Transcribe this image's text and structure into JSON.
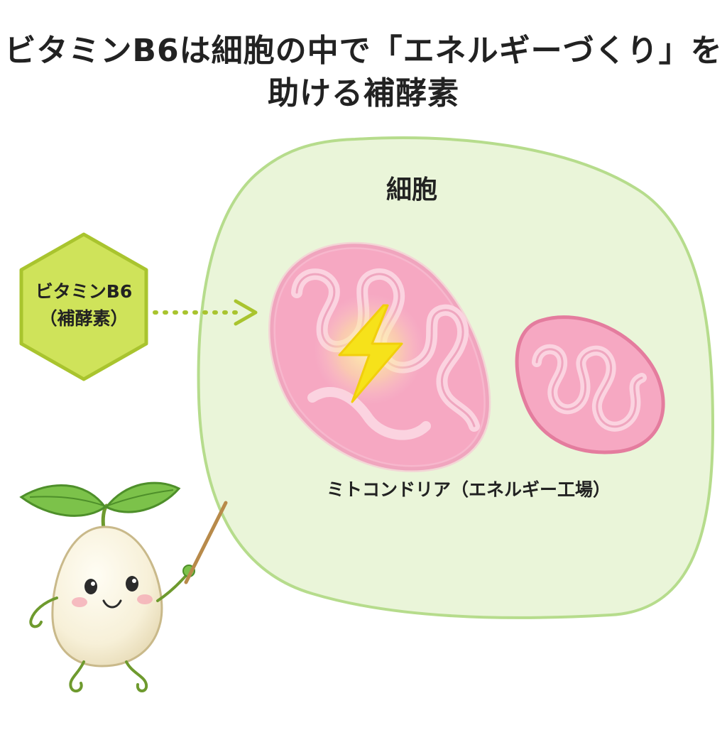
{
  "title": {
    "line1": "ビタミンB6は細胞の中で「エネルギーづくり」を",
    "line2": "助ける補酵素"
  },
  "cell": {
    "label": "細胞",
    "fill": "#eaf5d9",
    "stroke": "#b6dc8c"
  },
  "vitamin": {
    "name": "ビタミンB6",
    "role": "（補酵素）",
    "fill": "#cfe35a",
    "stroke": "#a9c42e"
  },
  "mitochondria": {
    "label": "ミトコンドリア（エネルギー工場）",
    "fill": "#f6a8c2",
    "stroke": "#e47c9e"
  },
  "energy": {
    "icon": "lightning-bolt-icon",
    "color": "#f6e21a"
  },
  "mascot": {
    "icon": "seed-sprout-mascot-icon",
    "pointer": "pointer-stick-icon"
  }
}
